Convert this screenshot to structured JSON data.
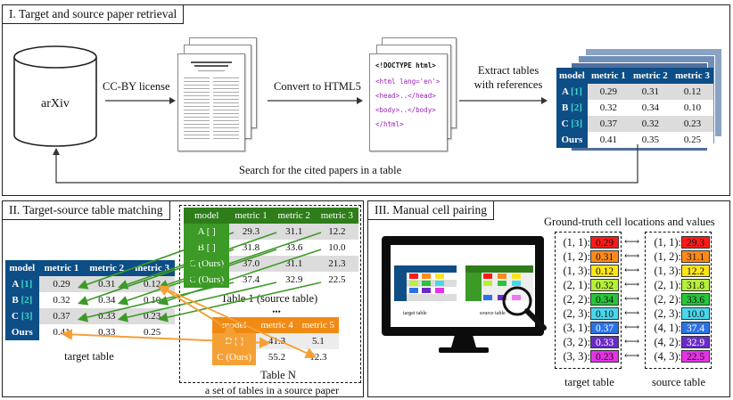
{
  "panel1": {
    "title": "I. Target and source paper retrieval",
    "arxiv": "arXiv",
    "license": "CC-BY license",
    "convert": "Convert to HTML5",
    "extract_line1": "Extract tables",
    "extract_line2": "with references",
    "search": "Search for the cited papers in a table",
    "html_code": [
      "<!DOCTYPE html>",
      "<html lang='en'>",
      "<head>..</head>",
      "<body>..</body>",
      "</html>"
    ],
    "table": {
      "headers": [
        "model",
        "metric 1",
        "metric 2",
        "metric 3"
      ],
      "rows": [
        {
          "model": "A",
          "cite": "[1]",
          "values": [
            "0.29",
            "0.31",
            "0.12"
          ]
        },
        {
          "model": "B",
          "cite": "[2]",
          "values": [
            "0.32",
            "0.34",
            "0.10"
          ]
        },
        {
          "model": "C",
          "cite": "[3]",
          "values": [
            "0.37",
            "0.32",
            "0.23"
          ]
        },
        {
          "model": "Ours",
          "cite": "",
          "values": [
            "0.41",
            "0.35",
            "0.25"
          ]
        }
      ]
    }
  },
  "panel2": {
    "title": "II. Target-source table matching",
    "target_caption": "target table",
    "target_table": {
      "headers": [
        "model",
        "metric 1",
        "metric 2",
        "metric 3"
      ],
      "rows": [
        {
          "model": "A",
          "cite": "[1]",
          "values": [
            "0.29",
            "0.31",
            "0.12"
          ]
        },
        {
          "model": "B",
          "cite": "[2]",
          "values": [
            "0.32",
            "0.34",
            "0.10"
          ]
        },
        {
          "model": "C",
          "cite": "[3]",
          "values": [
            "0.37",
            "0.33",
            "0.23"
          ]
        },
        {
          "model": "Ours",
          "cite": "",
          "values": [
            "0.41",
            "0.33",
            "0.25"
          ]
        }
      ]
    },
    "source_table1": {
      "caption": "Table 1 (source table)",
      "headers": [
        "model",
        "metric 1",
        "metric 2",
        "metric 3"
      ],
      "rows": [
        {
          "model": "A [ ]",
          "values": [
            "29.3",
            "31.1",
            "12.2"
          ]
        },
        {
          "model": "B [ ]",
          "values": [
            "31.8",
            "33.6",
            "10.0"
          ]
        },
        {
          "model": "C (Ours)",
          "values": [
            "37.0",
            "31.1",
            "21.3"
          ]
        },
        {
          "model": "C (Ours)",
          "values": [
            "37.4",
            "32.9",
            "22.5"
          ]
        }
      ]
    },
    "ellipsis": "•••",
    "source_tableN": {
      "caption": "Table N",
      "headers": [
        "model",
        "metric 4",
        "metric 5"
      ],
      "rows": [
        {
          "model": "D [ ]",
          "values": [
            "41.3",
            "5.1"
          ]
        },
        {
          "model": "C (Ours)",
          "values": [
            "55.2",
            "12.3"
          ]
        }
      ]
    },
    "set_caption": "a set of tables in a source paper",
    "colors": {
      "blue": "#0d4e86",
      "green": "#2e7d1a",
      "orange": "#f08a14"
    }
  },
  "panel3": {
    "title": "III. Manual cell pairing",
    "gt_title": "Ground-truth cell locations and values",
    "monitor_target": "target table",
    "monitor_source": "source table",
    "target_label": "target table",
    "source_label": "source table",
    "pairs": [
      {
        "t_loc": "(1, 1):",
        "t_val": "0.29",
        "s_loc": "(1, 1):",
        "s_val": "29.3",
        "color": "#ff1a1a"
      },
      {
        "t_loc": "(1, 2):",
        "t_val": "0.31",
        "s_loc": "(1, 2):",
        "s_val": "31.1",
        "color": "#ff8a1a"
      },
      {
        "t_loc": "(1, 3):",
        "t_val": "0.12",
        "s_loc": "(1, 3):",
        "s_val": "12.2",
        "color": "#ffe51a"
      },
      {
        "t_loc": "(2, 1):",
        "t_val": "0.32",
        "s_loc": "(2, 1):",
        "s_val": "31.8",
        "color": "#b6f03a"
      },
      {
        "t_loc": "(2, 2):",
        "t_val": "0.34",
        "s_loc": "(2, 2):",
        "s_val": "33.6",
        "color": "#28c43a"
      },
      {
        "t_loc": "(2, 3):",
        "t_val": "0.10",
        "s_loc": "(2, 3):",
        "s_val": "10.0",
        "color": "#48d8ee"
      },
      {
        "t_loc": "(3, 1):",
        "t_val": "0.37",
        "s_loc": "(4, 1):",
        "s_val": "37.4",
        "color": "#2a72e6"
      },
      {
        "t_loc": "(3, 2):",
        "t_val": "0.33",
        "s_loc": "(4, 2):",
        "s_val": "32.9",
        "color": "#6a2cc8"
      },
      {
        "t_loc": "(3, 3):",
        "t_val": "0.23",
        "s_loc": "(4, 3):",
        "s_val": "22.5",
        "color": "#e632e6"
      }
    ]
  }
}
